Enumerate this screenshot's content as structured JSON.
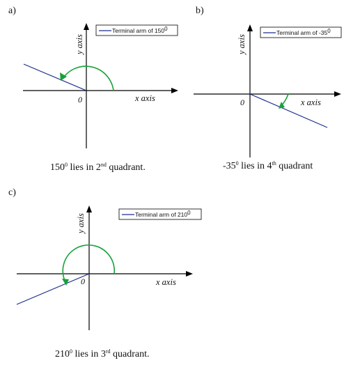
{
  "panels": [
    {
      "label": "a)",
      "legend": "Terminal arm of 150",
      "legend_deg": "0",
      "x_axis": "x axis",
      "y_axis": "y axis",
      "origin": "0",
      "caption_value": "150",
      "caption_deg": "0",
      "caption_mid": " lies in 2",
      "caption_ord": "nd",
      "caption_end": " quadrant."
    },
    {
      "label": "b)",
      "legend": "Terminal arm of -35",
      "legend_deg": "0",
      "x_axis": "x axis",
      "y_axis": "y axis",
      "origin": "0",
      "caption_value": "-35",
      "caption_deg": "0",
      "caption_mid": " lies in 4",
      "caption_ord": "th",
      "caption_end": "  quadrant"
    },
    {
      "label": "c)",
      "legend": "Terminal arm of 210",
      "legend_deg": "0",
      "x_axis": "x axis",
      "y_axis": "y axis",
      "origin": "0",
      "caption_value": "210",
      "caption_deg": "0",
      "caption_mid": " lies in 3",
      "caption_ord": "rd",
      "caption_end": "  quadrant."
    }
  ],
  "colors": {
    "terminal_arm": "#1a2d8c",
    "angle_arc": "#17a13a",
    "axes": "#000000"
  }
}
